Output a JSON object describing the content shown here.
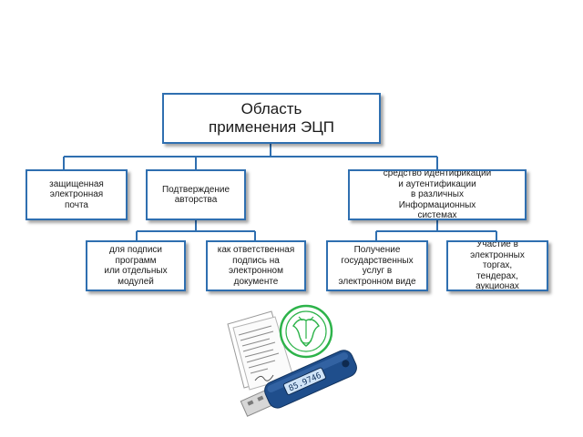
{
  "diagram": {
    "root": {
      "label": "Область\nприменения ЭЦП"
    },
    "level1": [
      {
        "label": "защищенная\nэлектронная\nпочта"
      },
      {
        "label": "Подтверждение\nавторства"
      },
      {
        "label": "средство идентификации\nи аутентификации\nв различных\nИнформационных\nсистемах"
      }
    ],
    "level2": [
      {
        "label": "для подписи\nпрограмм\nили отдельных\nмодулей"
      },
      {
        "label": "как ответственная\nподпись на\nэлектронном\nдокументе"
      },
      {
        "label": "Получение\nгосударственных\nуслуг в\nэлектронном виде"
      },
      {
        "label": "Участие в\nэлектронных\nторгах,\nтендерах,\nаукционах"
      }
    ]
  },
  "illustration": {
    "token_display": "85.9746",
    "colors": {
      "border": "#2f6fb0",
      "token": "#1f4e8c",
      "seal": "#2db34a"
    }
  }
}
